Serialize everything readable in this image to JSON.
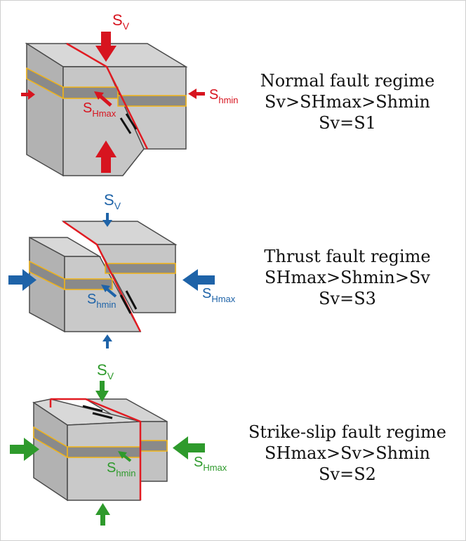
{
  "colors": {
    "normal": "#d7141f",
    "thrust": "#1e63a8",
    "strike": "#2e9a2c",
    "fault_line": "#e11b22",
    "block_front": "#c9c9c9",
    "block_top": "#d8d8d8",
    "block_side": "#b2b2b2",
    "layer": "#8a8a8a",
    "layer_edge": "#f2b416"
  },
  "regimes": [
    {
      "title": "Normal fault regime",
      "relation": "Sv>SHmax>Shmin",
      "principal": "Sv=S1",
      "labels": {
        "v_main": "S",
        "v_sub": "V",
        "left_main": "S",
        "left_sub": "Hmax",
        "right_main": "S",
        "right_sub": "hmin"
      }
    },
    {
      "title": "Thrust fault regime",
      "relation": "SHmax>Shmin>Sv",
      "principal": "Sv=S3",
      "labels": {
        "v_main": "S",
        "v_sub": "V",
        "left_main": "S",
        "left_sub": "hmin",
        "right_main": "S",
        "right_sub": "Hmax"
      }
    },
    {
      "title": "Strike-slip fault regime",
      "relation": "SHmax>Sv>Shmin",
      "principal": "Sv=S2",
      "labels": {
        "v_main": "S",
        "v_sub": "V",
        "left_main": "S",
        "left_sub": "hmin",
        "right_main": "S",
        "right_sub": "Hmax"
      }
    }
  ]
}
